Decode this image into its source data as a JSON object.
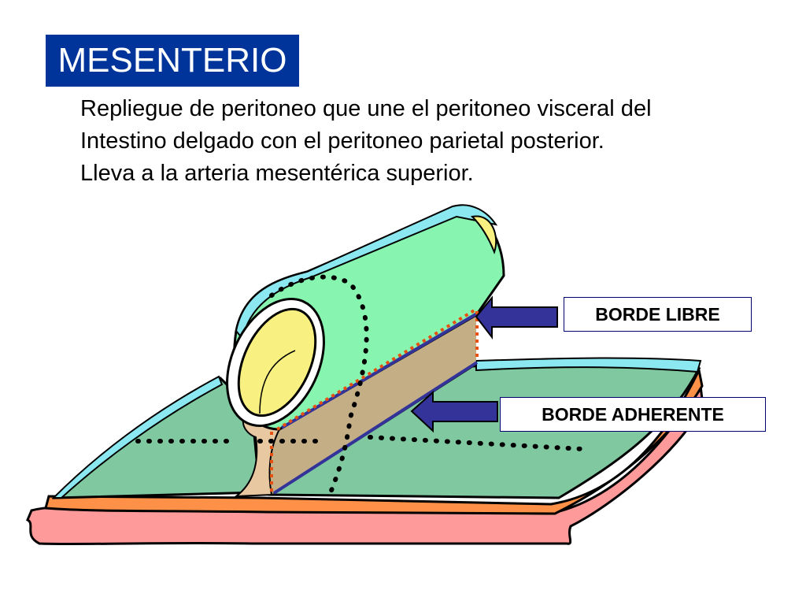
{
  "title": "MESENTERIO",
  "description": {
    "line1": "Repliegue de peritoneo que une el peritoneo visceral del",
    "line2": "Intestino delgado con el peritoneo parietal posterior.",
    "line3": "Lleva a la arteria mesentérica superior."
  },
  "labels": {
    "borde_libre": "BORDE LIBRE",
    "borde_adherente": "BORDE ADHERENTE"
  },
  "colors": {
    "title_bg": "#00349b",
    "intestine_green": "#87f5b0",
    "intestine_end_yellow": "#f8f080",
    "wall_green": "#80c8a0",
    "wall_orange": "#ff9048",
    "wall_pink": "#ff9a9a",
    "peritoneum_cyan": "#8ce8f0",
    "mesentery_brown": "#b8a070",
    "arrow_blue": "#333399",
    "dotted_orange": "#e85010"
  }
}
